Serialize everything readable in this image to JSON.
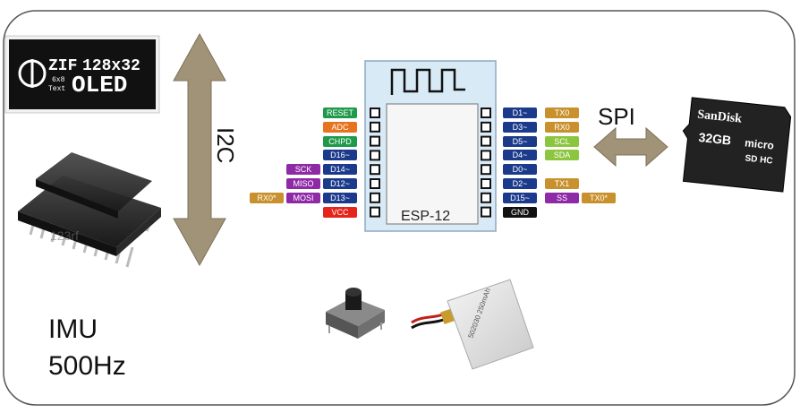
{
  "oled": {
    "brand": "ZIF",
    "size": "128x32",
    "font_line1": "6x8",
    "font_line2": "Text",
    "type": "OLED"
  },
  "labels": {
    "i2c": "I2C",
    "spi": "SPI",
    "imu_line1": "IMU",
    "imu_line2": "500Hz",
    "module": "ESP-12"
  },
  "sd_card": {
    "brand": "SanDisk",
    "capacity": "32GB",
    "format_line1": "micro",
    "format_line2": "SD HC"
  },
  "chip_watermark": "123rf",
  "colors": {
    "green": "#1f9a4a",
    "orange": "#e8731e",
    "navy": "#1c3a8c",
    "purple": "#8e2aa6",
    "gold": "#c8912e",
    "red": "#e5241b",
    "lime": "#8cc63f",
    "black": "#111111"
  },
  "left_pins": [
    {
      "label": "RESET",
      "color": "green"
    },
    {
      "label": "ADC",
      "color": "orange"
    },
    {
      "label": "CHPD",
      "color": "green"
    },
    {
      "label": "D16~",
      "color": "navy"
    },
    {
      "label": "D14~",
      "color": "navy",
      "extra": [
        {
          "label": "SCK",
          "color": "purple"
        }
      ]
    },
    {
      "label": "D12~",
      "color": "navy",
      "extra": [
        {
          "label": "MISO",
          "color": "purple"
        }
      ]
    },
    {
      "label": "D13~",
      "color": "navy",
      "extra": [
        {
          "label": "MOSI",
          "color": "purple"
        },
        {
          "label": "RX0*",
          "color": "gold"
        }
      ]
    },
    {
      "label": "VCC",
      "color": "red"
    }
  ],
  "right_pins": [
    {
      "label": "D1~",
      "color": "navy",
      "extra": [
        {
          "label": "TX0",
          "color": "gold"
        }
      ]
    },
    {
      "label": "D3~",
      "color": "navy",
      "extra": [
        {
          "label": "RX0",
          "color": "gold"
        }
      ]
    },
    {
      "label": "D5~",
      "color": "navy",
      "extra": [
        {
          "label": "SCL",
          "color": "lime"
        }
      ]
    },
    {
      "label": "D4~",
      "color": "navy",
      "extra": [
        {
          "label": "SDA",
          "color": "lime"
        }
      ]
    },
    {
      "label": "D0~",
      "color": "navy"
    },
    {
      "label": "D2~",
      "color": "navy",
      "extra": [
        {
          "label": "TX1",
          "color": "gold"
        }
      ]
    },
    {
      "label": "D15~",
      "color": "navy",
      "extra": [
        {
          "label": "SS",
          "color": "purple"
        },
        {
          "label": "TX0*",
          "color": "gold"
        }
      ]
    },
    {
      "label": "GND",
      "color": "black"
    }
  ]
}
